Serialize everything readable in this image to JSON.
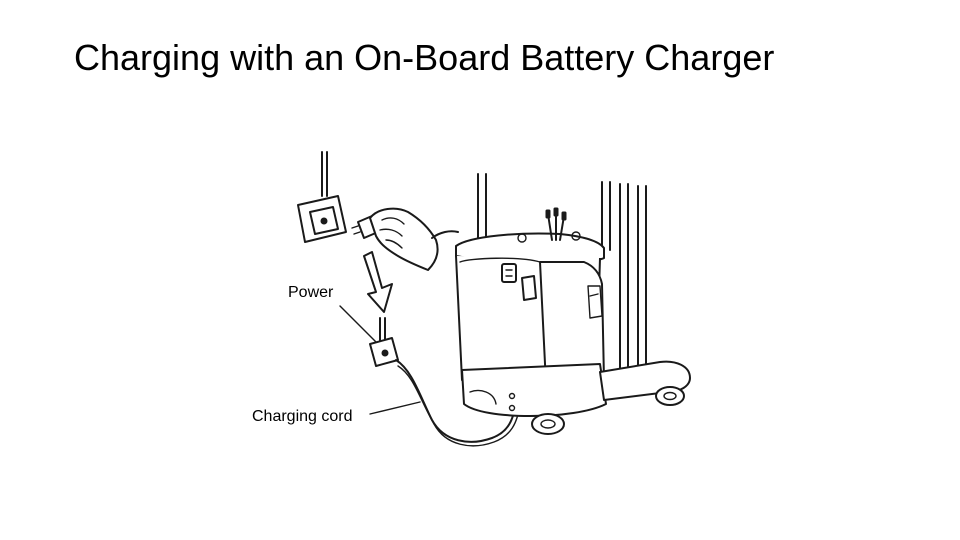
{
  "slide": {
    "title": "Charging with an On-Board Battery Charger"
  },
  "callouts": {
    "power_label": "Power",
    "cord_label": "Charging cord"
  },
  "icons": {
    "wall_outlet": "wall-outlet-icon",
    "hand_with_plug": "hand-plug-icon",
    "arrow": "down-arrow-icon",
    "truck": "pallet-truck-icon"
  }
}
